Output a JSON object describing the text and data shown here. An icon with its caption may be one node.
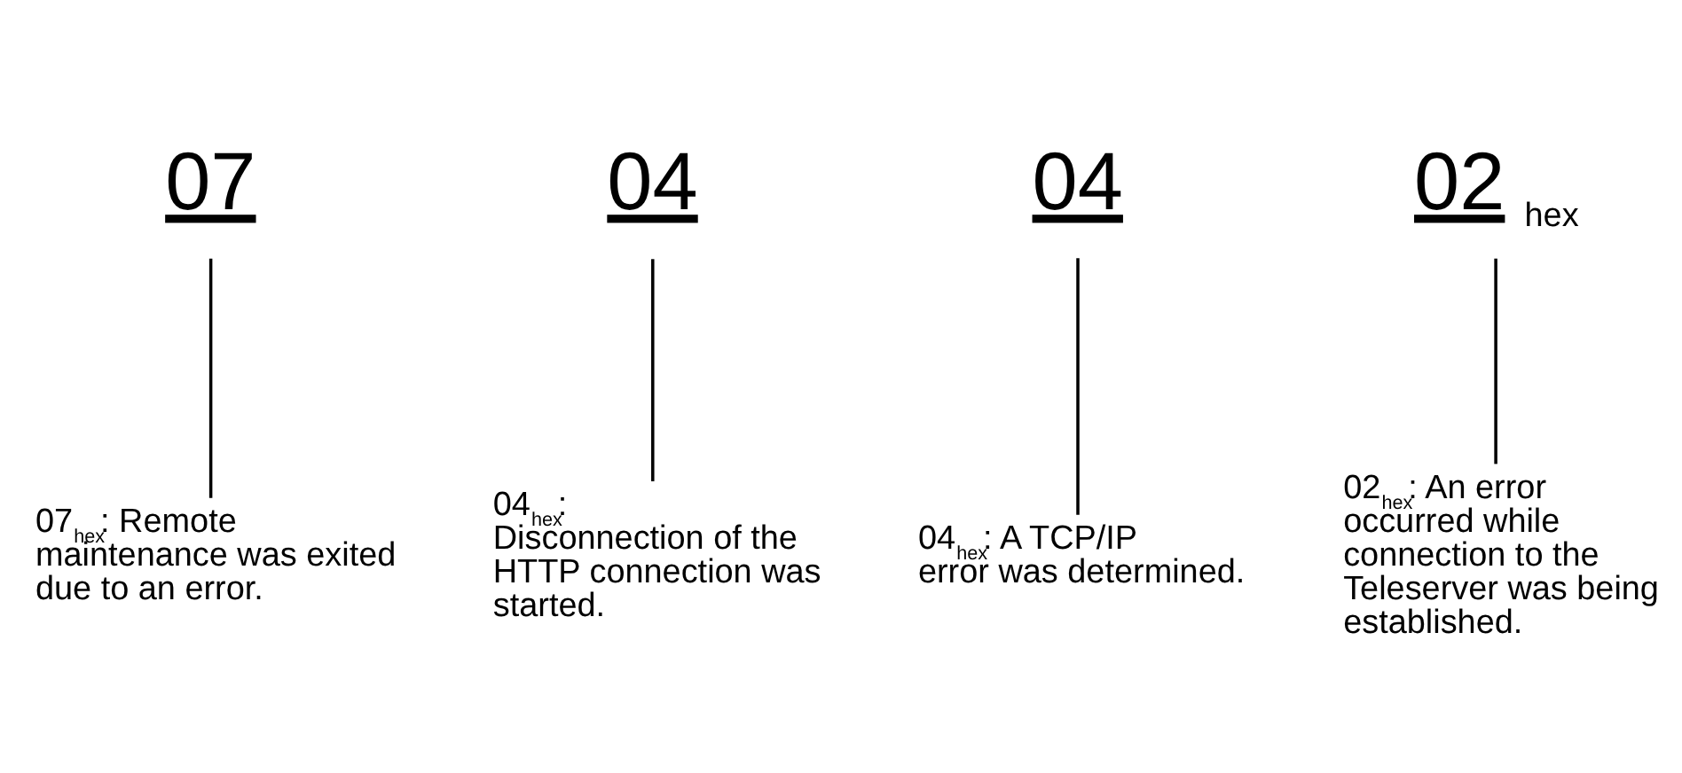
{
  "diagram": {
    "nodes": [
      {
        "text": [
          "07"
        ]
      },
      {
        "text": [
          "04"
        ]
      },
      {
        "text": [
          "04"
        ]
      },
      {
        "text": [
          "02"
        ],
        "beside": [
          "hex"
        ]
      },
      {
        "text": [
          "07$_{hex}$: Remote maintenance was exited due to an error."
        ]
      },
      {
        "text": [
          "04$_{hex}$: Disconnection of the HTTP connection was started."
        ]
      },
      {
        "text": [
          "04$_{hex}$: A TCP/IP error was determined."
        ]
      },
      {
        "text": [
          "02$_{hex}$: An error occurred while connection to the Teleserver was being established."
        ]
      }
    ],
    "edges": [
      {
        "from": 4,
        "to": 0,
        "arrow": "none"
      },
      {
        "from": 5,
        "to": 1,
        "arrow": "none"
      },
      {
        "from": 6,
        "to": 2,
        "arrow": "none"
      },
      {
        "from": 7,
        "to": 3,
        "arrow": "none"
      }
    ]
  }
}
